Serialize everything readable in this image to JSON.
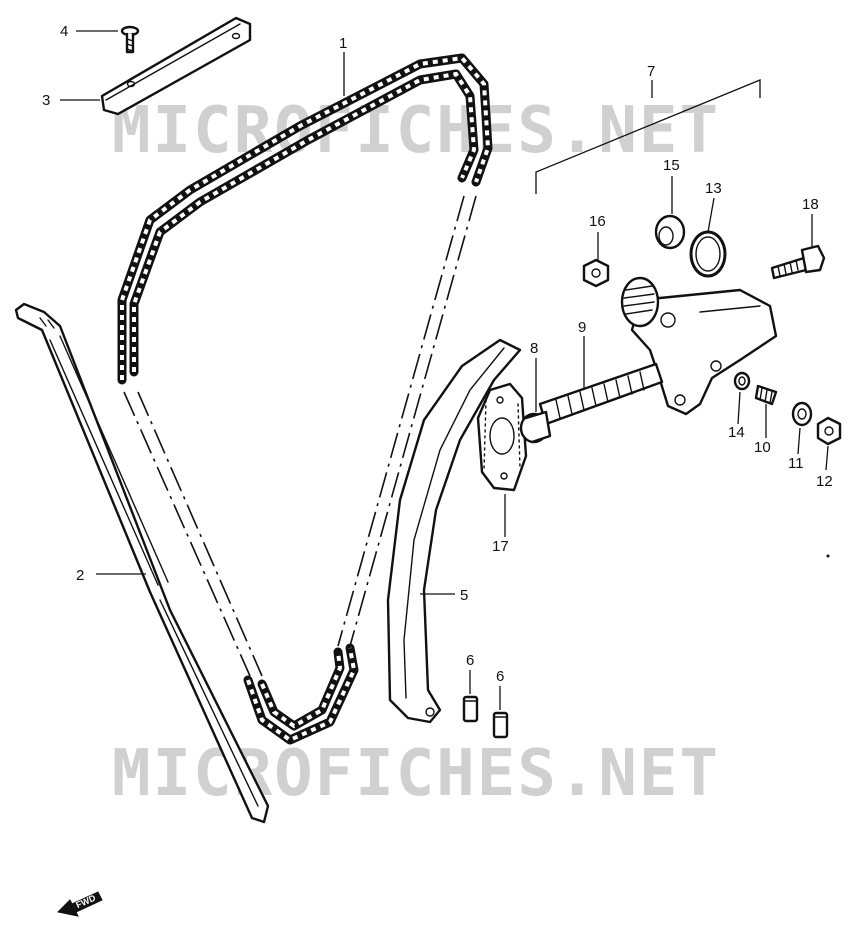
{
  "watermark": "MICROFICHES.NET",
  "direction_marker": "FWD",
  "part_labels": {
    "p1": "1",
    "p2": "2",
    "p3": "3",
    "p4": "4",
    "p5": "5",
    "p6a": "6",
    "p6b": "6",
    "p7": "7",
    "p8": "8",
    "p9": "9",
    "p10": "10",
    "p11": "11",
    "p12": "12",
    "p13": "13",
    "p14": "14",
    "p15": "15",
    "p16": "16",
    "p17": "17",
    "p18": "18"
  },
  "colors": {
    "ink": "#111111",
    "watermark": "#d0d0d0",
    "paper": "#ffffff"
  }
}
